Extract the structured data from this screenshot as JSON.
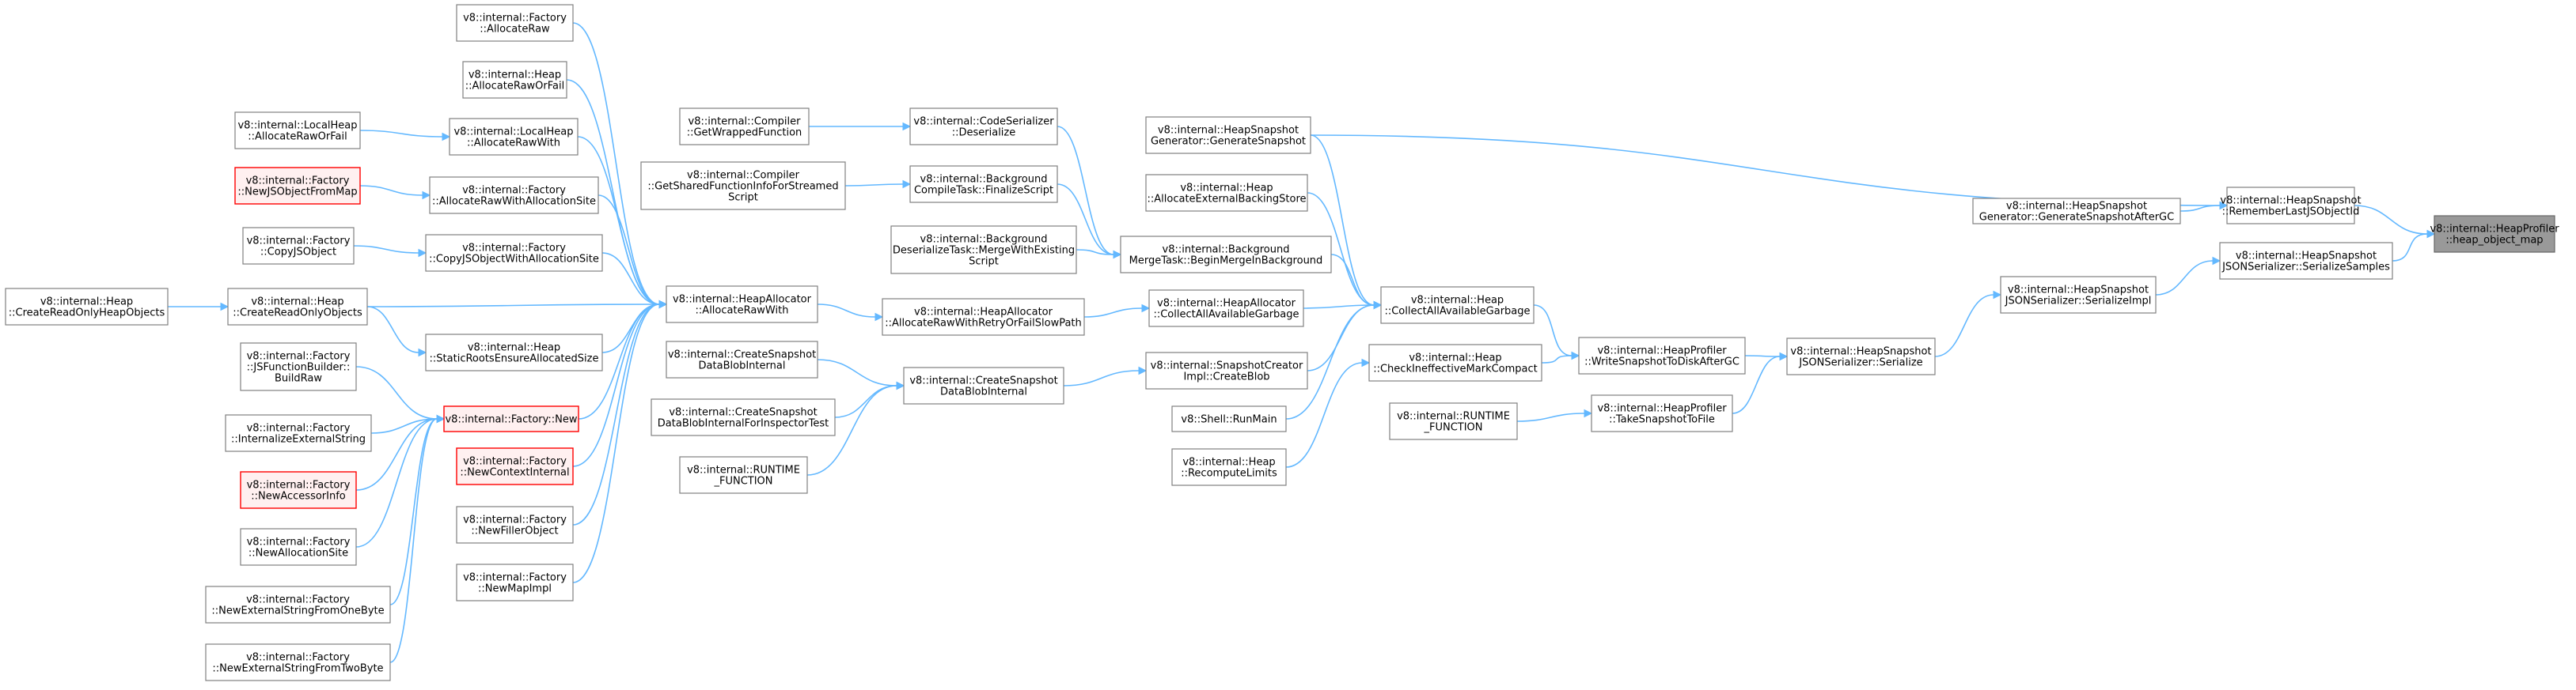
{
  "colors": {
    "edge": "#63b8ff",
    "node_border": "#808080",
    "root_fill": "#999999",
    "highlight_border": "#ff0000",
    "highlight_fill": "#fff0f0"
  },
  "nodes": [
    {
      "id": "root",
      "lines": [
        "v8::internal::HeapProfiler",
        "::heap_object_map"
      ],
      "style": "root"
    },
    {
      "id": "remember",
      "lines": [
        "v8::internal::HeapSnapshot",
        "::RememberLastJSObjectId"
      ]
    },
    {
      "id": "serialize_samples",
      "lines": [
        "v8::internal::HeapSnapshot",
        "JSONSerializer::SerializeSamples"
      ]
    },
    {
      "id": "gen_after_gc",
      "lines": [
        "v8::internal::HeapSnapshot",
        "Generator::GenerateSnapshotAfterGC"
      ]
    },
    {
      "id": "gen_snapshot",
      "lines": [
        "v8::internal::HeapSnapshot",
        "Generator::GenerateSnapshot"
      ]
    },
    {
      "id": "serialize_impl",
      "lines": [
        "v8::internal::HeapSnapshot",
        "JSONSerializer::SerializeImpl"
      ]
    },
    {
      "id": "json_serialize",
      "lines": [
        "v8::internal::HeapSnapshot",
        "JSONSerializer::Serialize"
      ]
    },
    {
      "id": "write_snapshot",
      "lines": [
        "v8::internal::HeapProfiler",
        "::WriteSnapshotToDiskAfterGC"
      ]
    },
    {
      "id": "take_snapshot",
      "lines": [
        "v8::internal::HeapProfiler",
        "::TakeSnapshotToFile"
      ]
    },
    {
      "id": "runtime_fn_right",
      "lines": [
        "v8::internal::RUNTIME",
        "_FUNCTION"
      ]
    },
    {
      "id": "heap_cag",
      "lines": [
        "v8::internal::Heap",
        "::CollectAllAvailableGarbage"
      ]
    },
    {
      "id": "check_ineffective",
      "lines": [
        "v8::internal::Heap",
        "::CheckIneffectiveMarkCompact"
      ]
    },
    {
      "id": "alloc_ext_backing",
      "lines": [
        "v8::internal::Heap",
        "::AllocateExternalBackingStore"
      ]
    },
    {
      "id": "merge_task",
      "lines": [
        "v8::internal::Background",
        "MergeTask::BeginMergeInBackground"
      ]
    },
    {
      "id": "ha_cag",
      "lines": [
        "v8::internal::HeapAllocator",
        "::CollectAllAvailableGarbage"
      ]
    },
    {
      "id": "creator_blob",
      "lines": [
        "v8::internal::SnapshotCreator",
        "Impl::CreateBlob"
      ]
    },
    {
      "id": "shell_runmain",
      "lines": [
        "v8::Shell::RunMain"
      ]
    },
    {
      "id": "recompute_limits",
      "lines": [
        "v8::internal::Heap",
        "::RecomputeLimits"
      ]
    },
    {
      "id": "code_deser",
      "lines": [
        "v8::internal::CodeSerializer",
        "::Deserialize"
      ]
    },
    {
      "id": "compile_finalize",
      "lines": [
        "v8::internal::Background",
        "CompileTask::FinalizeScript"
      ]
    },
    {
      "id": "deser_merge",
      "lines": [
        "v8::internal::Background",
        "DeserializeTask::MergeWithExisting",
        "Script"
      ]
    },
    {
      "id": "alloc_retry",
      "lines": [
        "v8::internal::HeapAllocator",
        "::AllocateRawWithRetryOrFailSlowPath"
      ]
    },
    {
      "id": "create_blob_internal",
      "lines": [
        "v8::internal::CreateSnapshot",
        "DataBlobInternal"
      ]
    },
    {
      "id": "get_wrapped",
      "lines": [
        "v8::internal::Compiler",
        "::GetWrappedFunction"
      ]
    },
    {
      "id": "get_shared_streamed",
      "lines": [
        "v8::internal::Compiler",
        "::GetSharedFunctionInfoForStreamed",
        "Script"
      ]
    },
    {
      "id": "alloc_raw_with",
      "lines": [
        "v8::internal::HeapAllocator",
        "::AllocateRawWith"
      ]
    },
    {
      "id": "csdbi_left",
      "lines": [
        "v8::internal::CreateSnapshot",
        "DataBlobInternal"
      ]
    },
    {
      "id": "csdbi_inspector",
      "lines": [
        "v8::internal::CreateSnapshot",
        "DataBlobInternalForInspectorTest"
      ]
    },
    {
      "id": "runtime_fn_left",
      "lines": [
        "v8::internal::RUNTIME",
        "_FUNCTION"
      ]
    },
    {
      "id": "factory_allocraw",
      "lines": [
        "v8::internal::Factory",
        "::AllocateRaw"
      ]
    },
    {
      "id": "heap_allocrawfail",
      "lines": [
        "v8::internal::Heap",
        "::AllocateRawOrFail"
      ]
    },
    {
      "id": "localheap_with",
      "lines": [
        "v8::internal::LocalHeap",
        "::AllocateRawWith"
      ]
    },
    {
      "id": "factory_allocsite",
      "lines": [
        "v8::internal::Factory",
        "::AllocateRawWithAllocationSite"
      ]
    },
    {
      "id": "factory_copyjs_site",
      "lines": [
        "v8::internal::Factory",
        "::CopyJSObjectWithAllocationSite"
      ]
    },
    {
      "id": "heap_create_ro",
      "lines": [
        "v8::internal::Heap",
        "::CreateReadOnlyObjects"
      ]
    },
    {
      "id": "static_roots",
      "lines": [
        "v8::internal::Heap",
        "::StaticRootsEnsureAllocatedSize"
      ]
    },
    {
      "id": "factory_new",
      "lines": [
        "v8::internal::Factory::New"
      ],
      "style": "red"
    },
    {
      "id": "factory_newctx",
      "lines": [
        "v8::internal::Factory",
        "::NewContextInternal"
      ],
      "style": "red"
    },
    {
      "id": "factory_filler",
      "lines": [
        "v8::internal::Factory",
        "::NewFillerObject"
      ]
    },
    {
      "id": "factory_mapimpl",
      "lines": [
        "v8::internal::Factory",
        "::NewMapImpl"
      ]
    },
    {
      "id": "localheap_fail",
      "lines": [
        "v8::internal::LocalHeap",
        "::AllocateRawOrFail"
      ]
    },
    {
      "id": "factory_newjs_map",
      "lines": [
        "v8::internal::Factory",
        "::NewJSObjectFromMap"
      ],
      "style": "red"
    },
    {
      "id": "factory_copyjs",
      "lines": [
        "v8::internal::Factory",
        "::CopyJSObject"
      ]
    },
    {
      "id": "heap_create_ro_heap",
      "lines": [
        "v8::internal::Heap",
        "::CreateReadOnlyHeapObjects"
      ]
    },
    {
      "id": "jsfb_buildraw",
      "lines": [
        "v8::internal::Factory",
        "::JSFunctionBuilder::",
        "BuildRaw"
      ]
    },
    {
      "id": "factory_intern_ext",
      "lines": [
        "v8::internal::Factory",
        "::InternalizeExternalString"
      ]
    },
    {
      "id": "factory_accessor",
      "lines": [
        "v8::internal::Factory",
        "::NewAccessorInfo"
      ],
      "style": "red"
    },
    {
      "id": "factory_allocsite_new",
      "lines": [
        "v8::internal::Factory",
        "::NewAllocationSite"
      ]
    },
    {
      "id": "factory_ext_onebyte",
      "lines": [
        "v8::internal::Factory",
        "::NewExternalStringFromOneByte"
      ]
    },
    {
      "id": "factory_ext_twobyte",
      "lines": [
        "v8::internal::Factory",
        "::NewExternalStringFromTwoByte"
      ]
    }
  ],
  "edges": [
    [
      "remember",
      "root"
    ],
    [
      "serialize_samples",
      "root"
    ],
    [
      "gen_after_gc",
      "remember"
    ],
    [
      "gen_snapshot",
      "remember"
    ],
    [
      "serialize_impl",
      "serialize_samples"
    ],
    [
      "json_serialize",
      "serialize_impl"
    ],
    [
      "write_snapshot",
      "json_serialize"
    ],
    [
      "take_snapshot",
      "json_serialize"
    ],
    [
      "runtime_fn_right",
      "take_snapshot"
    ],
    [
      "heap_cag",
      "write_snapshot"
    ],
    [
      "check_ineffective",
      "write_snapshot"
    ],
    [
      "gen_snapshot",
      "heap_cag"
    ],
    [
      "alloc_ext_backing",
      "heap_cag"
    ],
    [
      "merge_task",
      "heap_cag"
    ],
    [
      "ha_cag",
      "heap_cag"
    ],
    [
      "creator_blob",
      "heap_cag"
    ],
    [
      "shell_runmain",
      "heap_cag"
    ],
    [
      "recompute_limits",
      "check_ineffective"
    ],
    [
      "code_deser",
      "merge_task"
    ],
    [
      "compile_finalize",
      "merge_task"
    ],
    [
      "deser_merge",
      "merge_task"
    ],
    [
      "alloc_retry",
      "ha_cag"
    ],
    [
      "create_blob_internal",
      "creator_blob"
    ],
    [
      "get_wrapped",
      "code_deser"
    ],
    [
      "get_shared_streamed",
      "compile_finalize"
    ],
    [
      "alloc_raw_with",
      "alloc_retry"
    ],
    [
      "csdbi_left",
      "create_blob_internal"
    ],
    [
      "csdbi_inspector",
      "create_blob_internal"
    ],
    [
      "runtime_fn_left",
      "create_blob_internal"
    ],
    [
      "factory_allocraw",
      "alloc_raw_with"
    ],
    [
      "heap_allocrawfail",
      "alloc_raw_with"
    ],
    [
      "localheap_with",
      "alloc_raw_with"
    ],
    [
      "factory_allocsite",
      "alloc_raw_with"
    ],
    [
      "factory_copyjs_site",
      "alloc_raw_with"
    ],
    [
      "heap_create_ro",
      "alloc_raw_with"
    ],
    [
      "static_roots",
      "alloc_raw_with"
    ],
    [
      "factory_new",
      "alloc_raw_with"
    ],
    [
      "factory_newctx",
      "alloc_raw_with"
    ],
    [
      "factory_filler",
      "alloc_raw_with"
    ],
    [
      "factory_mapimpl",
      "alloc_raw_with"
    ],
    [
      "localheap_fail",
      "localheap_with"
    ],
    [
      "factory_newjs_map",
      "factory_allocsite"
    ],
    [
      "factory_copyjs",
      "factory_copyjs_site"
    ],
    [
      "heap_create_ro_heap",
      "heap_create_ro"
    ],
    [
      "heap_create_ro",
      "static_roots"
    ],
    [
      "jsfb_buildraw",
      "factory_new"
    ],
    [
      "factory_intern_ext",
      "factory_new"
    ],
    [
      "factory_accessor",
      "factory_new"
    ],
    [
      "factory_allocsite_new",
      "factory_new"
    ],
    [
      "factory_ext_onebyte",
      "factory_new"
    ],
    [
      "factory_ext_twobyte",
      "factory_new"
    ]
  ]
}
